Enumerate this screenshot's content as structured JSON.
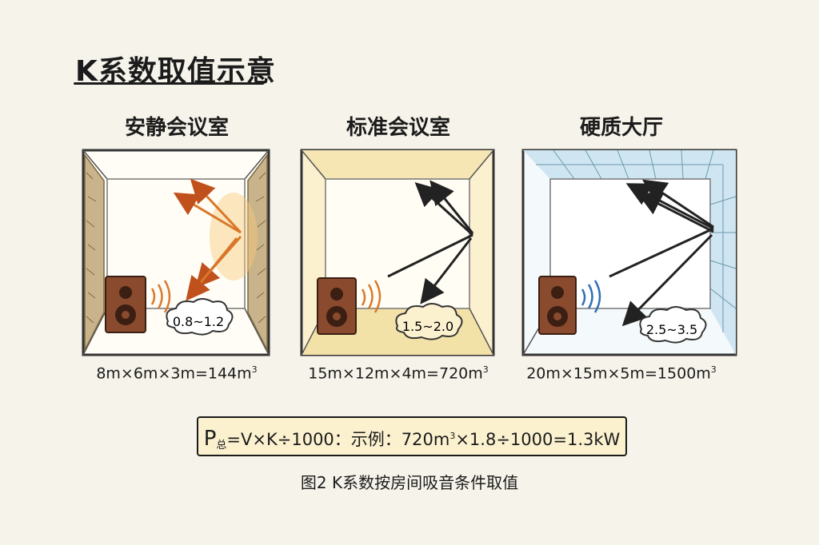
{
  "title": "K系数取值示意",
  "rooms": [
    {
      "name": "安静会议室",
      "k_range": "0.8~1.2",
      "volume_text": "8m×6m×3m=144m",
      "volume_exp": "3"
    },
    {
      "name": "标准会议室",
      "k_range": "1.5~2.0",
      "volume_text": "15m×12m×4m=720m",
      "volume_exp": "3"
    },
    {
      "name": "硬质大厅",
      "k_range": "2.5~3.5",
      "volume_text": "20m×15m×5m=1500m",
      "volume_exp": "3"
    }
  ],
  "formula": {
    "p_symbol": "P",
    "p_subscript": "总",
    "expr": "=V×K÷1000：示例：720m",
    "exp": "3",
    "rest": "×1.8÷1000=1.3kW"
  },
  "caption": "图2 K系数按房间吸音条件取值",
  "colors": {
    "absorb_wall": "#c9b38a",
    "warm_arrow": "#d9782a",
    "dark_arrow": "#222222",
    "tile_blue": "#cfe6f2",
    "speaker_wood": "#8a4a2e",
    "badge_fill": "#ffffff"
  }
}
